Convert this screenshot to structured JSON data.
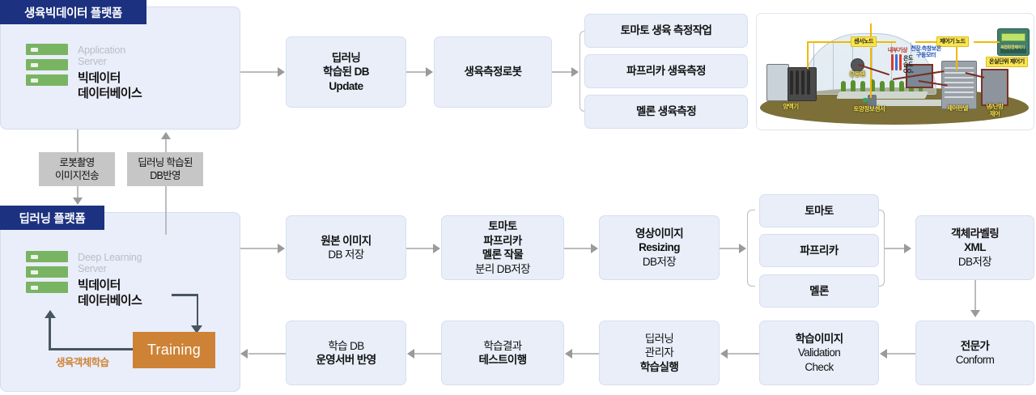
{
  "platforms": [
    {
      "id": "growth-bigdata",
      "title": "생육빅데이터 플랫폼",
      "server_sub": "Application\nServer",
      "server_main": "빅데이터\n데이터베이스"
    },
    {
      "id": "deep-learning",
      "title": "딥러닝 플랫폼",
      "server_sub": "Deep Learning\nServer",
      "server_main": "빅데이터\n데이터베이스",
      "training_label": "Training",
      "loop_label": "생육객체학습"
    }
  ],
  "connector_chips": [
    {
      "name": "robot-capture-image-transfer",
      "text": "로봇촬영\n이미지전송"
    },
    {
      "name": "deep-learning-db-reflect",
      "text": "딥러닝 학습된\nDB반영"
    }
  ],
  "top_row": {
    "boxes": [
      {
        "name": "deep-learning-db-update",
        "lines": [
          {
            "t": "딥러닝",
            "w": "b"
          },
          {
            "t": "학습된 DB",
            "w": "b"
          },
          {
            "t": "Update",
            "w": "b"
          }
        ]
      },
      {
        "name": "growth-measurement-robot",
        "lines": [
          {
            "t": "생육측정로봇",
            "w": "b"
          }
        ]
      }
    ],
    "branches": [
      {
        "name": "tomato-growth-measurement-task",
        "label": "토마토 생육 측정작업"
      },
      {
        "name": "paprika-growth-measurement",
        "label": "파프리카 생육측정"
      },
      {
        "name": "melon-growth-measurement",
        "label": "멜론 생육측정"
      }
    ]
  },
  "middle_row": {
    "boxes": [
      {
        "name": "original-image-db-save",
        "lines": [
          {
            "t": "원본 이미지",
            "w": "b"
          },
          {
            "t": "DB 저장",
            "w": "n"
          }
        ]
      },
      {
        "name": "crop-split-db-save",
        "lines": [
          {
            "t": "토마토",
            "w": "b"
          },
          {
            "t": "파프리카",
            "w": "b"
          },
          {
            "t": "멜론 작물",
            "w": "b"
          },
          {
            "t": "분리 DB저장",
            "w": "n"
          }
        ]
      },
      {
        "name": "image-resizing-db-save",
        "lines": [
          {
            "t": "영상이미지",
            "w": "b"
          },
          {
            "t": "Resizing",
            "w": "b"
          },
          {
            "t": "DB저장",
            "w": "n"
          }
        ]
      }
    ],
    "branches": [
      {
        "name": "crop-tomato",
        "label": "토마토"
      },
      {
        "name": "crop-paprika",
        "label": "파프리카"
      },
      {
        "name": "crop-melon",
        "label": "멜론"
      }
    ],
    "labeling_box": {
      "name": "object-labeling-xml-db-save",
      "lines": [
        {
          "t": "객체라벨링",
          "w": "b"
        },
        {
          "t": "XML",
          "w": "b"
        },
        {
          "t": "DB저장",
          "w": "n"
        }
      ]
    }
  },
  "bottom_row": {
    "boxes": [
      {
        "name": "learning-db-operation-server-apply",
        "lines": [
          {
            "t": "학습 DB",
            "w": "n"
          },
          {
            "t": "운영서버 반영",
            "w": "b"
          }
        ]
      },
      {
        "name": "learning-result-test-execution",
        "lines": [
          {
            "t": "학습결과",
            "w": "n"
          },
          {
            "t": "테스트이행",
            "w": "b"
          }
        ]
      },
      {
        "name": "deep-learning-admin-train-run",
        "lines": [
          {
            "t": "딥러닝",
            "w": "n"
          },
          {
            "t": "관리자",
            "w": "n"
          },
          {
            "t": "학습실행",
            "w": "b"
          }
        ]
      },
      {
        "name": "training-image-validation-check",
        "lines": [
          {
            "t": "학습이미지",
            "w": "b"
          },
          {
            "t": "Validation",
            "w": "n"
          },
          {
            "t": "Check",
            "w": "n"
          }
        ]
      },
      {
        "name": "expert-conform",
        "lines": [
          {
            "t": "전문가",
            "w": "b"
          },
          {
            "t": "Conform",
            "w": "n"
          }
        ]
      }
    ]
  },
  "greenhouse": {
    "name": "smart-greenhouse-illustration",
    "tags": [
      {
        "name": "sensor-node-tag",
        "text": "센서노드"
      },
      {
        "name": "controller-node-tag",
        "text": "제어기 노드"
      },
      {
        "name": "greenhouse-unit-controller-tag",
        "text": "온실단위 제어기"
      }
    ],
    "inline_labels": [
      {
        "name": "internal-weather-label",
        "text": "내부기상"
      },
      {
        "name": "temp-humidity-co2-label",
        "text": "온도\n습도\nCO₂"
      },
      {
        "name": "ceiling-side-window-motor-label",
        "text": "천장.측창보온\n구동모터"
      },
      {
        "name": "circulation-fan-label",
        "text": "유동팬"
      },
      {
        "name": "nutrient-supply-label",
        "text": "양액기"
      },
      {
        "name": "soil-info-sensor-label",
        "text": "토양정보센서"
      },
      {
        "name": "control-panel-label",
        "text": "제어판넬"
      },
      {
        "name": "cooling-heating-control-label",
        "text": "냉/난방\n제어"
      },
      {
        "name": "controller-device-label",
        "text": "복합환경제어기"
      }
    ]
  },
  "colors": {
    "platform_fill": "#eaeefa",
    "platform_title": "#1c3180",
    "node_fill": "#e9eef9",
    "chip_fill": "#c6c6c6",
    "training_fill": "#ce8235",
    "server_green": "#79b463",
    "connector": "#bcbcbc",
    "loop_arrow": "#475663"
  }
}
